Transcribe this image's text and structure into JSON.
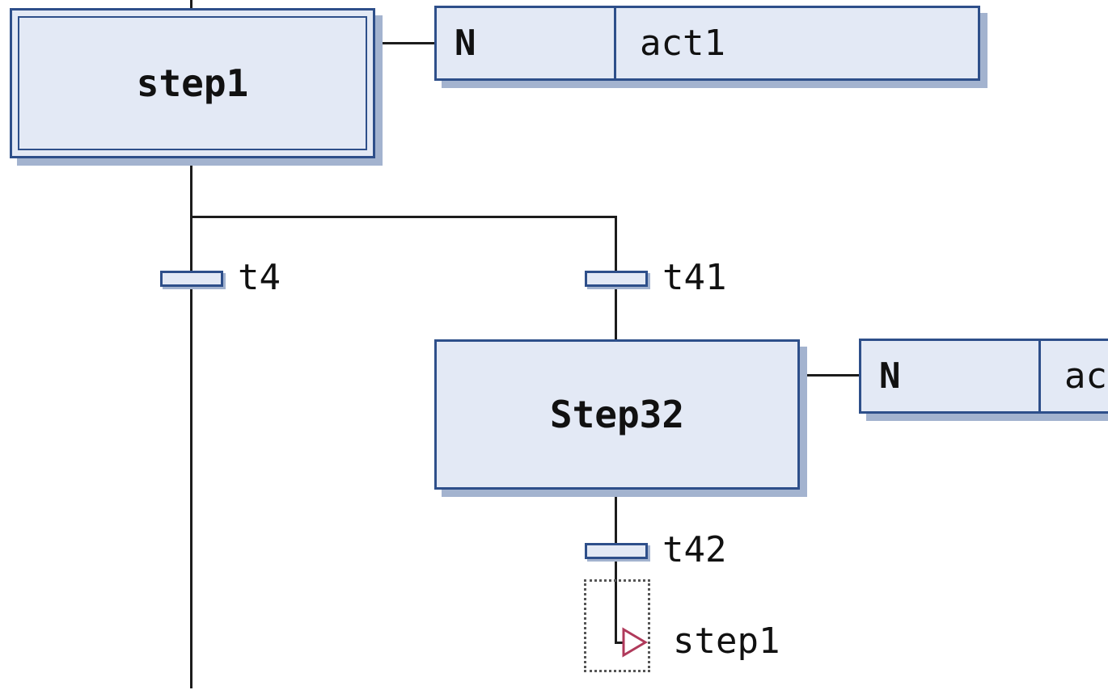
{
  "steps": [
    {
      "name": "step1",
      "initial": true
    },
    {
      "name": "Step32",
      "initial": false
    }
  ],
  "actions": [
    {
      "qualifier": "N",
      "name": "act1"
    },
    {
      "qualifier": "N",
      "name": "ac"
    }
  ],
  "transitions": [
    {
      "name": "t4"
    },
    {
      "name": "t41"
    },
    {
      "name": "t42"
    }
  ],
  "jump": {
    "target": "step1"
  },
  "colors": {
    "fill": "#e3e9f5",
    "border": "#2e4f8a",
    "shadow": "#a3b3cf",
    "line": "#1c1c1c",
    "jump_arrow": "#b03a5b"
  }
}
